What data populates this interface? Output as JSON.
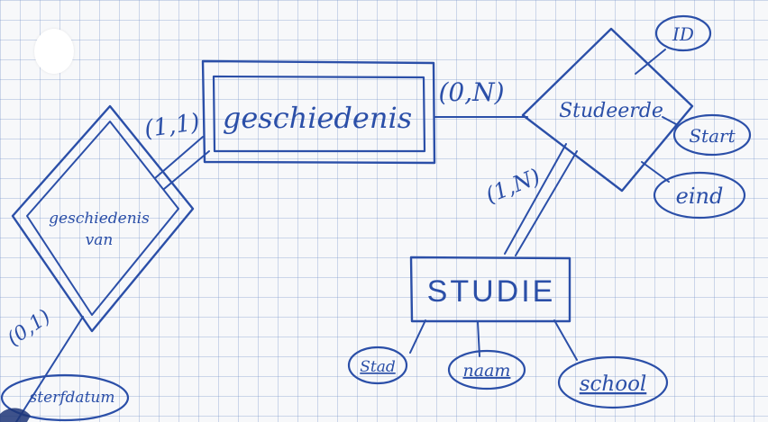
{
  "diagram": {
    "entities": {
      "geschiedenis": "geschiedenis",
      "studie": "STUDIE"
    },
    "relationships": {
      "studeerde": "Studeerde",
      "geschiedenis_van": {
        "line1": "geschiedenis",
        "line2": "van"
      }
    },
    "cardinalities": {
      "geschiedenis_studeerde": "(0,N)",
      "geschiedenis_geschiedenis_van": "(1,1)",
      "studie_studeerde": "(1,N)",
      "geschiedenis_van_other": "(0,1)"
    },
    "attributes": {
      "id": "ID",
      "start": "Start",
      "eind": "eind",
      "stad": "Stad",
      "naam": "naam",
      "school": "school",
      "sterfdatum": "sterfdatum"
    }
  },
  "colors": {
    "ink": "#2b4fa8",
    "paper": "#f7f8fa",
    "grid": "#8aa4cf"
  }
}
